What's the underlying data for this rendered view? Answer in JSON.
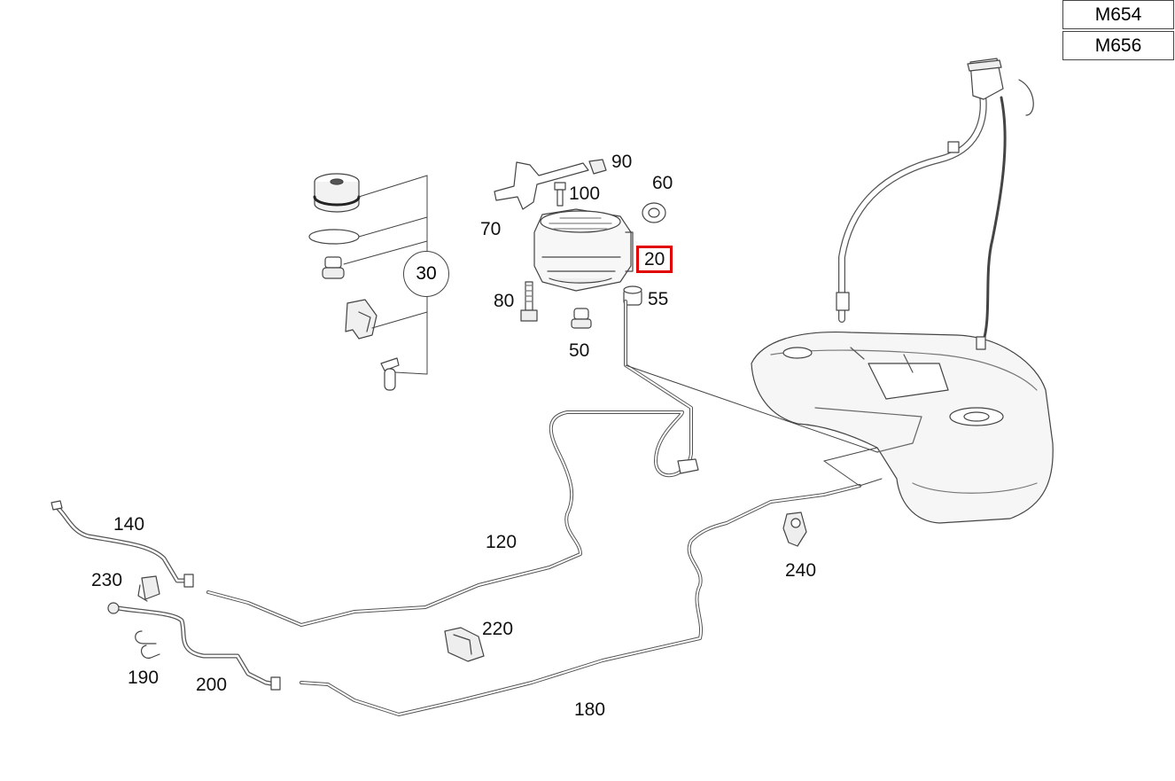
{
  "engine_variants": [
    "M654",
    "M656"
  ],
  "callout_group": "30",
  "highlighted_part": "20",
  "parts": {
    "p90": "90",
    "p100": "100",
    "p60": "60",
    "p70": "70",
    "p20": "20",
    "p80": "80",
    "p55": "55",
    "p50": "50",
    "p140": "140",
    "p120": "120",
    "p230": "230",
    "p220": "220",
    "p240": "240",
    "p190": "190",
    "p200": "200",
    "p180": "180"
  },
  "colors": {
    "highlight": "#e00000",
    "line": "#444444"
  }
}
